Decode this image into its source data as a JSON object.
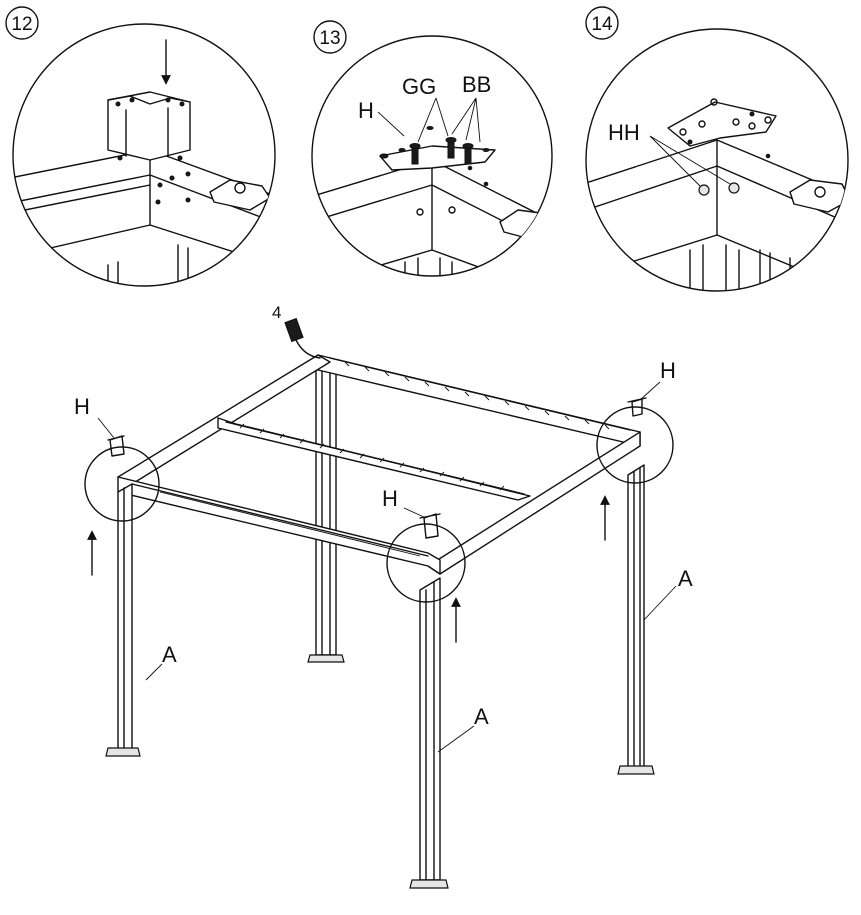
{
  "steps": [
    {
      "number": "12",
      "labels": []
    },
    {
      "number": "13",
      "labels": [
        "H",
        "GG",
        "BB"
      ]
    },
    {
      "number": "14",
      "labels": [
        "HH"
      ]
    }
  ],
  "main_labels": {
    "cable": "4",
    "bracket_left": "H",
    "bracket_front": "H",
    "bracket_right": "H",
    "post_left": "A",
    "post_front": "A",
    "post_right": "A"
  },
  "colors": {
    "line": "#111111",
    "background": "#ffffff"
  }
}
